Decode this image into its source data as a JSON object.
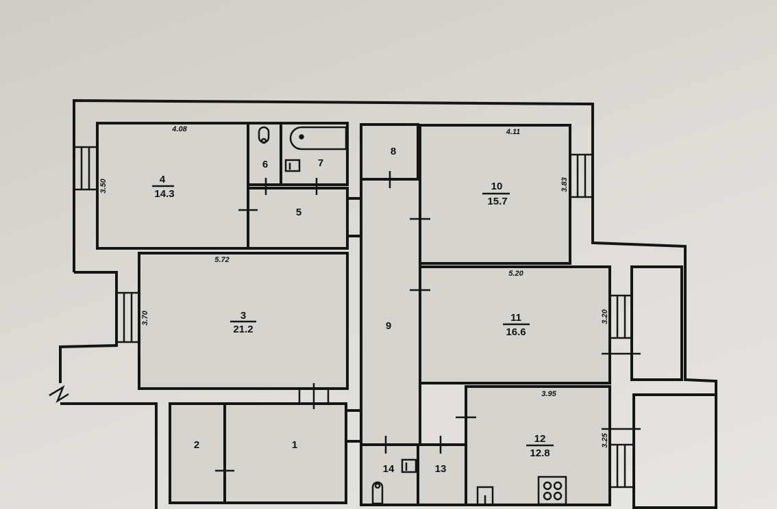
{
  "rooms": [
    {
      "number": "1"
    },
    {
      "number": "2"
    },
    {
      "number": "3",
      "area": "21.2"
    },
    {
      "number": "4",
      "area": "14.3"
    },
    {
      "number": "5"
    },
    {
      "number": "6"
    },
    {
      "number": "7"
    },
    {
      "number": "8"
    },
    {
      "number": "9"
    },
    {
      "number": "10",
      "area": "15.7"
    },
    {
      "number": "11",
      "area": "16.6"
    },
    {
      "number": "12",
      "area": "12.8"
    },
    {
      "number": "13"
    },
    {
      "number": "14"
    }
  ],
  "dimensions": {
    "room4_width": "4.08",
    "room4_depth": "3.50",
    "room3_width": "5.72",
    "room3_depth": "3.70",
    "room10_width": "4.11",
    "room10_depth": "3.83",
    "room11_width": "5.20",
    "room11_depth": "3.20",
    "room12_width": "3.95",
    "room12_depth": "3.25"
  }
}
